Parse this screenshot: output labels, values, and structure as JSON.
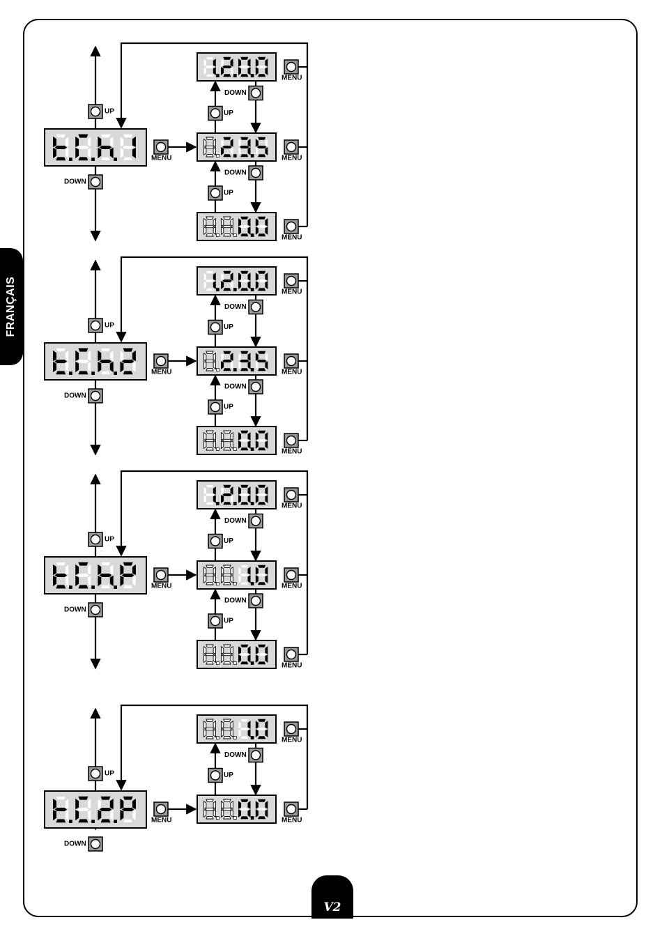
{
  "language_tab": "FRANÇAIS",
  "logo": "V2",
  "colors": {
    "display_bg": "#d9d9d9",
    "button_fill": "#9a9a9a",
    "segment_on": "#000000",
    "segment_off": "#ffffff"
  },
  "labels": {
    "up": "UP",
    "down": "DOWN",
    "menu": "MENU"
  },
  "blocks": [
    {
      "name": "tch1",
      "main_display": "t.C.h.1",
      "values": [
        "1.2.0.0",
        "0.2.3.5",
        "0.0.0.0"
      ],
      "dim_digits": [
        [],
        [
          0
        ],
        [
          0,
          1
        ]
      ]
    },
    {
      "name": "tch2",
      "main_display": "t.C.h.2",
      "values": [
        "1.2.0.0",
        "0.2.3.5",
        "0.0.0.0"
      ],
      "dim_digits": [
        [],
        [
          0
        ],
        [
          0,
          1
        ]
      ]
    },
    {
      "name": "tchp",
      "main_display": "t.C.h.P",
      "values": [
        "1.2.0.0",
        "0.0.1.0",
        "0.0.0.0"
      ],
      "dim_digits": [
        [],
        [
          0,
          1
        ],
        [
          0,
          1
        ]
      ]
    },
    {
      "name": "tc2p",
      "main_display": "t.C.2.P",
      "values": [
        "0.0.1.0",
        "0.0.0.0"
      ],
      "dim_digits": [
        [
          0,
          1
        ],
        [
          0,
          1
        ]
      ]
    }
  ]
}
